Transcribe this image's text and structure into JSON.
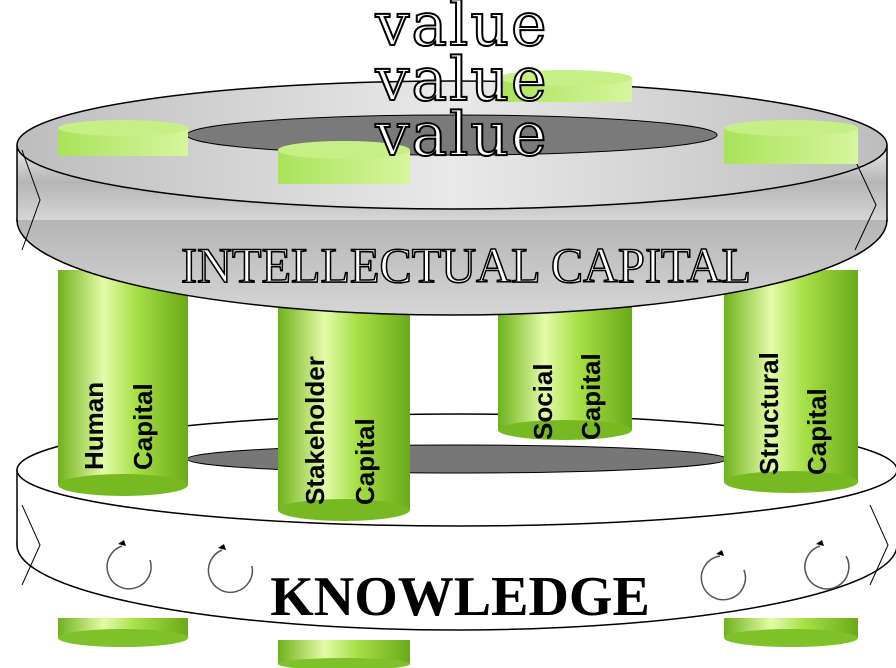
{
  "value_words": [
    "value",
    "value",
    "value"
  ],
  "top_ring": {
    "label": "INTELLECTUAL CAPITAL"
  },
  "bottom_ring": {
    "label": "KNOWLEDGE"
  },
  "pillars": [
    {
      "line1": "Human",
      "line2": "Capital"
    },
    {
      "line1": "Stakeholder",
      "line2": "Capital"
    },
    {
      "line1": "Social",
      "line2": "Capital"
    },
    {
      "line1": "Structural",
      "line2": "Capital"
    }
  ],
  "colors": {
    "pillar_green": "#8fd13a",
    "pillar_light": "#d8f59a",
    "ring_gray": "#c8c8c8",
    "hole_gray": "#808080"
  }
}
